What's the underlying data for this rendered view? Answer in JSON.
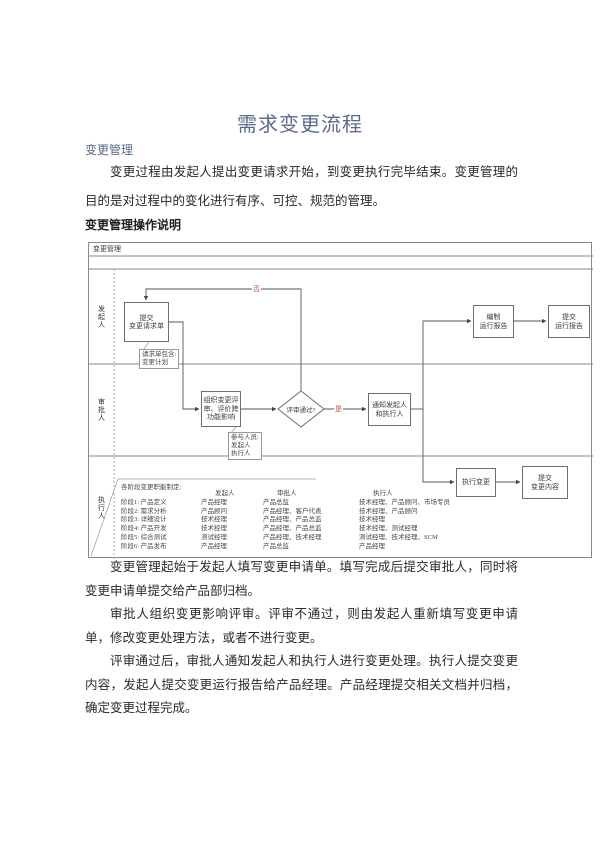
{
  "document": {
    "title": "需求变更流程",
    "section_heading": "变更管理",
    "intro": "变更过程由发起人提出变更请求开始，到变更执行完毕结束。变更管理的目的是对过程中的变化进行有序、可控、规范的管理。",
    "diagram_caption": "变更管理操作说明",
    "paragraphs": [
      "变更管理起始于发起人填写变更申请单。填写完成后提交审批人，同时将变更申请单提交给产品部归档。",
      "审批人组织变更影响评审。评审不通过，则由发起人重新填写变更申请单，修改变更处理方法，或者不进行变更。",
      "评审通过后，审批人通知发起人和执行人进行变更处理。执行人提交变更内容，发起人提交变更运行报告给产品经理。产品经理提交相关文档并归档，确定变更过程完成。"
    ]
  },
  "flowchart": {
    "title": "变更管理",
    "lanes": {
      "initiator": "发起人",
      "approver": "审批人",
      "executor": "执行人"
    },
    "nodes": {
      "submit_request": "提交\n变更请求单",
      "organize_review": "组织变更评\n审、评价跨\n功能影响",
      "review_passed": "评审通过?",
      "notify": "通知发起人\n和执行人",
      "prepare_report": "编制\n运行报告",
      "submit_report": "提交\n运行报告",
      "execute_change": "执行变更",
      "submit_content": "提交\n变更内容"
    },
    "edge_labels": {
      "no": "否",
      "yes": "是"
    },
    "callouts": {
      "request_note": "请求单包含:\n变更计划",
      "participants_note": "参与人员:\n发起人\n执行人"
    },
    "matrix": {
      "caption": "各阶段变更职能制定:",
      "columns": [
        "发起人",
        "审批人",
        "执行人"
      ],
      "rows": [
        {
          "stage": "阶段1: 产品定义",
          "initiator": "产品经理",
          "approver": "产品总监",
          "executor": "技术经理、产品顾问、市场专员"
        },
        {
          "stage": "阶段2: 需求分析",
          "initiator": "产品顾问",
          "approver": "产品经理、客户代表",
          "executor": "技术经理、产品顾问"
        },
        {
          "stage": "阶段3: 详细设计",
          "initiator": "技术经理",
          "approver": "产品经理、产品总监",
          "executor": "技术经理"
        },
        {
          "stage": "阶段4: 产品开发",
          "initiator": "技术经理",
          "approver": "产品经理、产品总监",
          "executor": "技术经理、测试经理"
        },
        {
          "stage": "阶段5: 综合测试",
          "initiator": "测试经理",
          "approver": "产品经理、技术经理",
          "executor": "测试经理、技术经理、SCM"
        },
        {
          "stage": "阶段6: 产品发布",
          "initiator": "产品经理",
          "approver": "产品总监",
          "executor": "产品经理"
        }
      ]
    },
    "colors": {
      "heading_blue": "#5a6b8e",
      "label_red": "#c0504d",
      "line_gray": "#555555"
    }
  }
}
